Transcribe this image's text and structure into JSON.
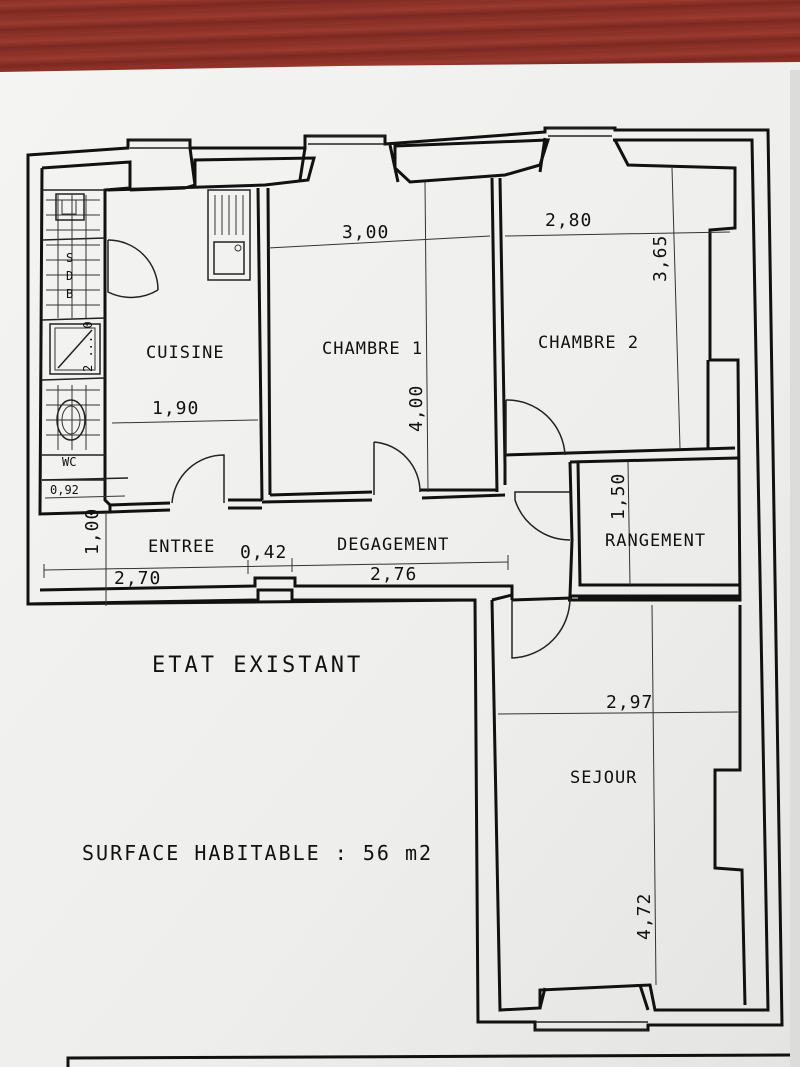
{
  "title": "ETAT EXISTANT",
  "surface": "SURFACE HABITABLE : 56 m2",
  "rooms": {
    "cuisine": "CUISINE",
    "chambre1": "CHAMBRE 1",
    "chambre2": "CHAMBRE 2",
    "rangement": "RANGEMENT",
    "entree": "ENTREE",
    "degagement": "DEGAGEMENT",
    "sejour": "SEJOUR",
    "wc": "WC",
    "sdb": [
      "S",
      "D",
      "B"
    ]
  },
  "dimensions": {
    "chambre1_width": "3,00",
    "chambre1_depth": "4,00",
    "chambre2_width": "2,80",
    "chambre2_depth": "3,65",
    "cuisine_width": "1,90",
    "wc_width": "0,92",
    "entree_depth": "1,00",
    "entree_width": "2,70",
    "passage": "0,42",
    "degagement_width": "2,76",
    "rangement_depth": "1,50",
    "sejour_width": "2,97",
    "sejour_depth": "4,72",
    "shower": "2 ... 0"
  },
  "colors": {
    "wood": "#8a2f26",
    "paper": "#f1f1ef",
    "ink": "#111111"
  }
}
